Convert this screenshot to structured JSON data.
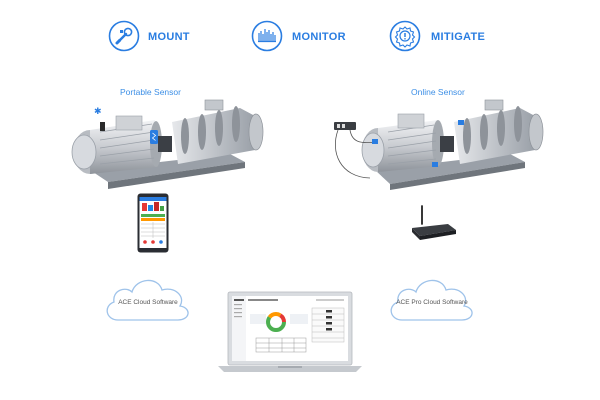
{
  "colors": {
    "accent": "#2a7de1",
    "sensor_label": "#3d8fe6",
    "cloud_stroke": "#9fc3ea",
    "text_gray": "#555555"
  },
  "steps": [
    {
      "label": "MOUNT",
      "icon": "wrench-icon"
    },
    {
      "label": "MONITOR",
      "icon": "waveform-icon"
    },
    {
      "label": "MITIGATE",
      "icon": "alert-gear-icon"
    }
  ],
  "sensors": {
    "portable": "Portable Sensor",
    "online": "Online Sensor"
  },
  "clouds": {
    "left": "ACE Cloud Software",
    "right": "ACE Pro Cloud Software"
  }
}
